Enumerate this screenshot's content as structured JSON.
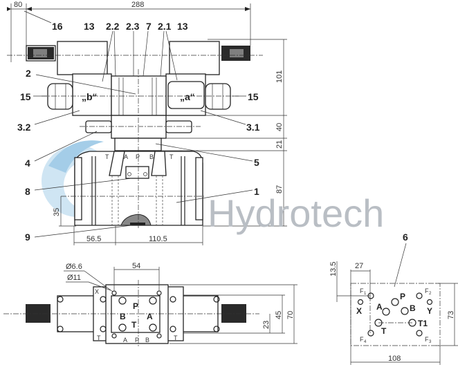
{
  "watermark": {
    "text": "Hydrotech",
    "logo_color": "#7fb9dd",
    "text_color": "#b9bec4"
  },
  "top_view": {
    "labels": {
      "l16": "16",
      "l13a": "13",
      "l2_2": "2.2",
      "l2_3": "2.3",
      "l7": "7",
      "l2_1": "2.1",
      "l13b": "13",
      "l2": "2",
      "l15a": "15",
      "l15b": "15",
      "l3_2": "3.2",
      "l3_1": "3.1",
      "lb": "„b“",
      "la": "„a“",
      "l4": "4",
      "l5": "5",
      "l8": "8",
      "l1": "1",
      "l9": "9"
    },
    "ports": [
      "T",
      "A",
      "P",
      "B",
      "T"
    ],
    "dims": {
      "d80": "80",
      "d288": "288",
      "d101": "101",
      "d40": "40",
      "d21": "21",
      "d87": "87",
      "d35": "35",
      "d56_5": "56.5",
      "d110_5": "110.5"
    }
  },
  "bottom_view": {
    "dims": {
      "d54": "54",
      "dia6_6": "Ø6.6",
      "dia11": "Ø11",
      "d23": "23",
      "d45": "45",
      "d70": "70"
    },
    "ports": {
      "P": "P",
      "B": "B",
      "A": "A",
      "T": "T",
      "X": "X"
    },
    "bottom_ports": [
      "T",
      "A",
      "P",
      "B",
      "T"
    ]
  },
  "port_pattern": {
    "label": "6",
    "dims": {
      "d13_5": "13.5",
      "d27": "27",
      "d73": "73",
      "d108": "108"
    },
    "ports": {
      "A": "A",
      "P": "P",
      "B": "B",
      "X": "X",
      "Y": "Y",
      "T": "T",
      "T1": "T1"
    },
    "fix": {
      "F1": "F",
      "F1s": "1",
      "F2": "F",
      "F2s": "2",
      "F3": "F",
      "F3s": "3",
      "F4": "F",
      "F4s": "4"
    }
  }
}
